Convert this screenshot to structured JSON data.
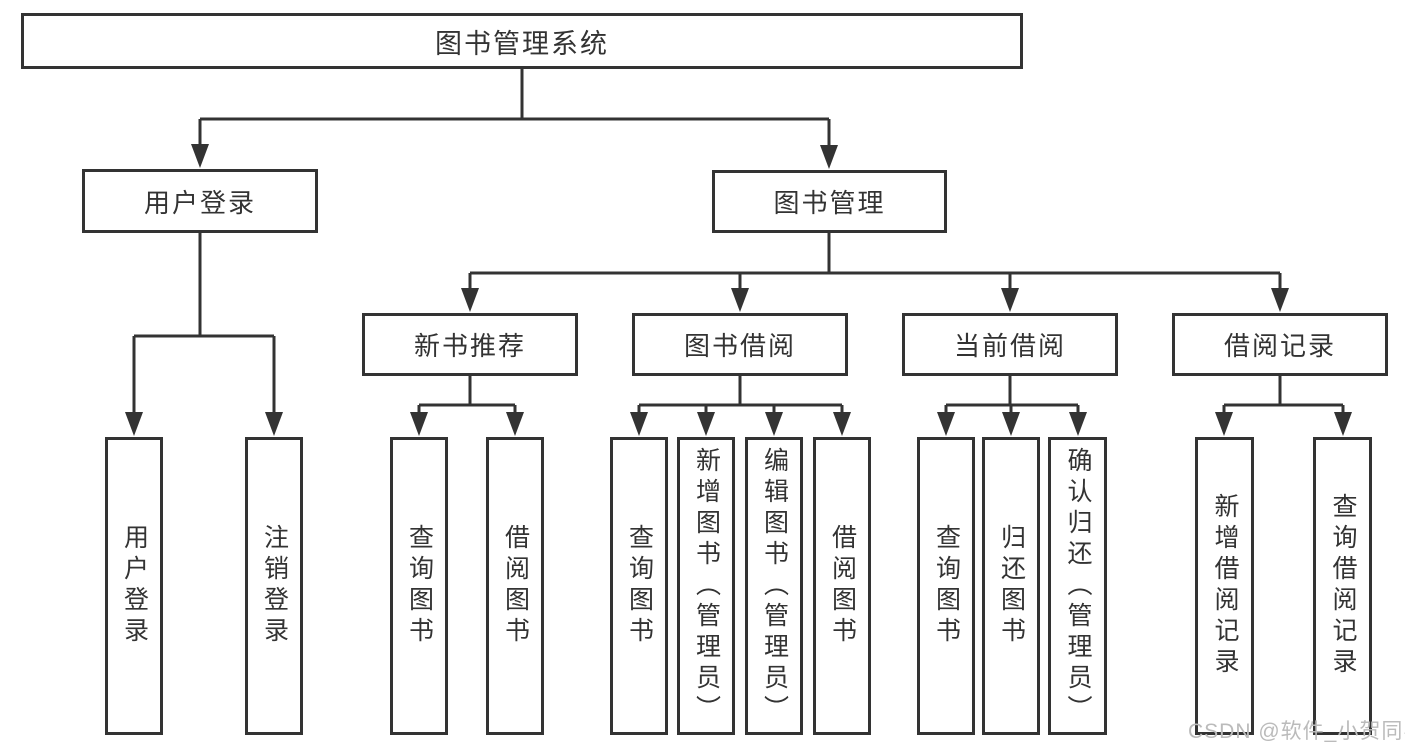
{
  "diagram": {
    "root": {
      "label": "图书管理系统"
    },
    "branches": [
      {
        "label": "用户登录"
      },
      {
        "label": "图书管理"
      }
    ],
    "modules": [
      {
        "label": "新书推荐"
      },
      {
        "label": "图书借阅"
      },
      {
        "label": "当前借阅"
      },
      {
        "label": "借阅记录"
      }
    ],
    "leaves": {
      "user_login": [
        {
          "label": "用户登录"
        },
        {
          "label": "注销登录"
        }
      ],
      "new_books": [
        {
          "label": "查询图书"
        },
        {
          "label": "借阅图书"
        }
      ],
      "book_borrow": [
        {
          "label": "查询图书"
        },
        {
          "label": "新增图书（管理员）"
        },
        {
          "label": "编辑图书（管理员）"
        },
        {
          "label": "借阅图书"
        }
      ],
      "current_borrow": [
        {
          "label": "查询图书"
        },
        {
          "label": "归还图书"
        },
        {
          "label": "确认归还（管理员）"
        }
      ],
      "borrow_records": [
        {
          "label": "新增借阅记录"
        },
        {
          "label": "查询借阅记录"
        }
      ]
    }
  },
  "watermark": {
    "text": "CSDN @软件_小贺同学"
  },
  "colors": {
    "line": "#333333",
    "text": "#333333",
    "watermark": "#bbbbbb",
    "background": "#ffffff"
  }
}
